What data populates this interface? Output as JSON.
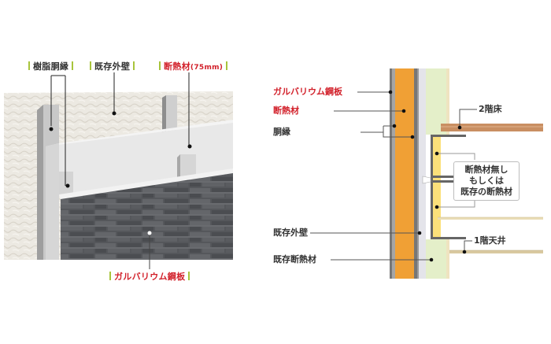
{
  "left_illustration": {
    "labels": {
      "resin_furring": "樹脂胴縁",
      "existing_exterior_wall": "既存外壁",
      "insulation": "断熱材",
      "insulation_thickness": "(75mm)",
      "galvalume_steel_sheet": "ガルバリウム鋼板"
    },
    "colors": {
      "marker_bar": "#a8c43c",
      "accent_red": "#d2202a",
      "stucco": "#ece9e2",
      "insulation_board": "#e6e6e6",
      "siding": "#55575b"
    }
  },
  "right_section": {
    "labels": {
      "galvalume_steel_sheet": "ガルバリウム鋼板",
      "insulation": "断熱材",
      "furring": "胴縁",
      "second_floor": "2階床",
      "note_line1": "断熱材無し",
      "note_line2": "もしくは",
      "note_line3": "既存の断熱材",
      "existing_exterior_wall": "既存外壁",
      "first_floor_ceiling": "1階天井",
      "existing_insulation": "既存断熱材"
    },
    "colors": {
      "steel": "#8c8c8c",
      "new_insulation": "#f0a035",
      "existing_wall": "#e4e4ea",
      "existing_insulation": "#e4efc9",
      "floor_wood": "#c98f62",
      "cavity_insulation": "#fbe07a",
      "frame": "#666666",
      "ceiling": "#d9c9a0"
    }
  }
}
